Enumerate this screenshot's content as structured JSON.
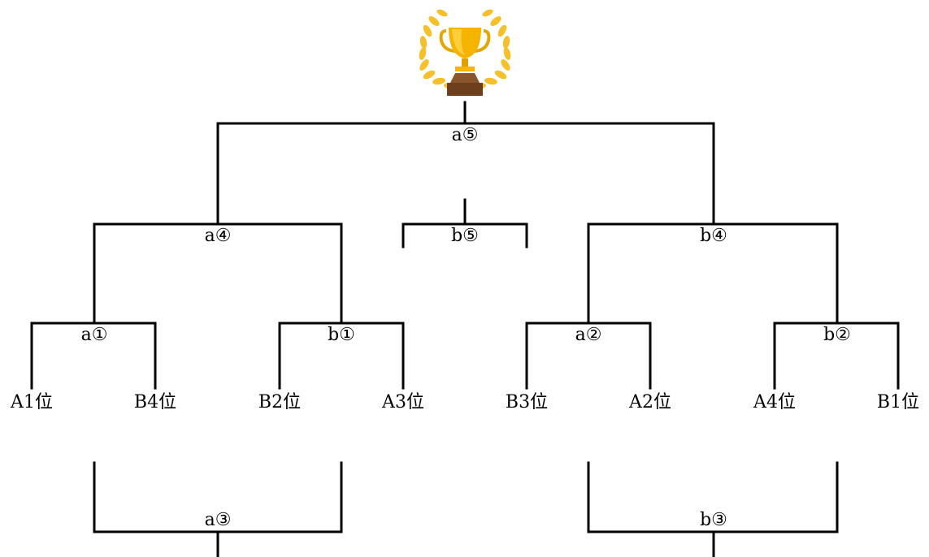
{
  "bracket": {
    "line_color": "#000000",
    "trophy_icon": "trophy-with-laurel-wreath-icon",
    "trophy_gold": "#f4b400",
    "trophy_base": "#7a4a22",
    "final_match": "a⑤",
    "third_place_match": "b⑤",
    "semifinal_left": "a④",
    "semifinal_right": "b④",
    "quarterfinals": [
      "a①",
      "b①",
      "a②",
      "b②"
    ],
    "teams": [
      "A1位",
      "B4位",
      "B2位",
      "A3位",
      "B3位",
      "A2位",
      "A4位",
      "B1位"
    ],
    "consolation_left": "a③",
    "consolation_right": "b③"
  }
}
